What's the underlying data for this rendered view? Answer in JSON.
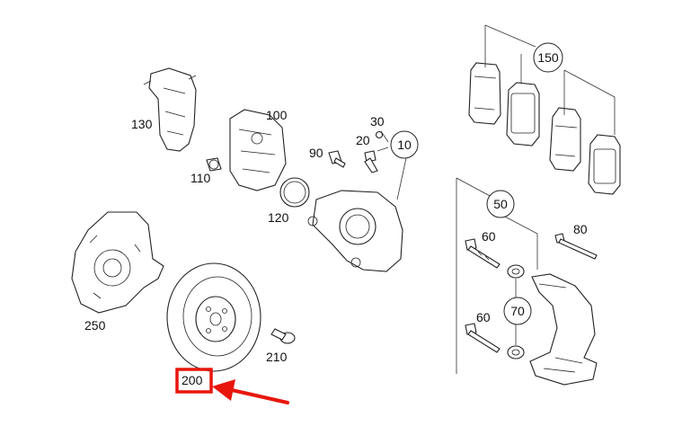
{
  "diagram": {
    "callouts": {
      "p10": "10",
      "p20": "20",
      "p30": "30",
      "p50": "50",
      "p60a": "60",
      "p60b": "60",
      "p70": "70",
      "p80": "80",
      "p90": "90",
      "p100": "100",
      "p110": "110",
      "p120": "120",
      "p130": "130",
      "p150": "150",
      "p200": "200",
      "p210": "210",
      "p250": "250"
    },
    "highlight": {
      "selected_part": "200",
      "color": "#e8160c"
    }
  }
}
